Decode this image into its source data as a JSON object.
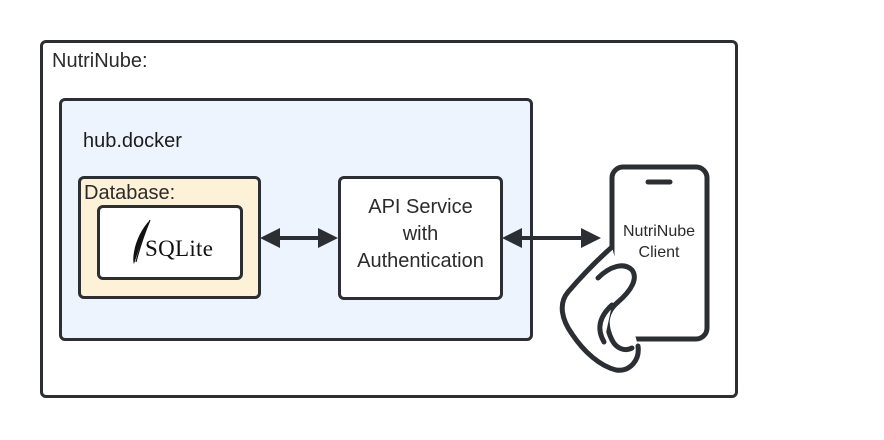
{
  "diagram": {
    "outer": {
      "title": "NutriNube:"
    },
    "hub": {
      "title": "hub.docker"
    },
    "database": {
      "title": "Database:",
      "logo_text": "SQLite"
    },
    "api": {
      "lines": [
        "API Service",
        "with",
        "Authentication"
      ]
    },
    "client": {
      "lines": [
        "NutriNube",
        "Client"
      ],
      "icon": "hand-holding-phone-icon"
    },
    "connectors": [
      {
        "from": "database",
        "to": "api",
        "direction": "bidirectional"
      },
      {
        "from": "api",
        "to": "client",
        "direction": "bidirectional"
      }
    ],
    "colors": {
      "stroke": "#2b2f33",
      "hub_fill": "#eef4fd",
      "database_fill": "#fdf1d8",
      "box_fill": "#ffffff"
    }
  }
}
